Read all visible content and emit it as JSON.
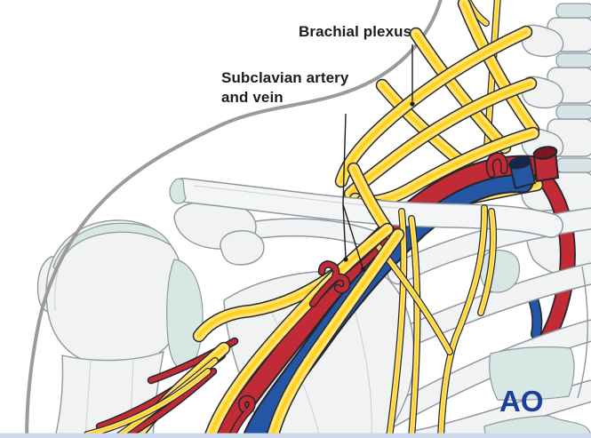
{
  "labels": {
    "brachial_plexus": "Brachial plexus",
    "subclavian_line1": "Subclavian artery",
    "subclavian_line2": "and vein"
  },
  "logo": {
    "text": "AO"
  },
  "colors": {
    "background": "#ffffff",
    "label-text": "#1d1d1b",
    "nerve-base": "#ffe37a",
    "nerve-core": "#ffd21e",
    "nerve-outline": "#2a2a28",
    "artery": "#c12b36",
    "artery-dark": "#7a1722",
    "vein": "#2456a5",
    "vein-dark": "#12264f",
    "bone-fill": "#f1f2f2",
    "bone-stroke": "#8f989d",
    "cartilage": "#d9e7e4",
    "disc": "#d6e3e7",
    "contour": "#9b9b9b",
    "logo-blue": "#1d3e9a",
    "footer-strip": "#cdd9ec"
  }
}
